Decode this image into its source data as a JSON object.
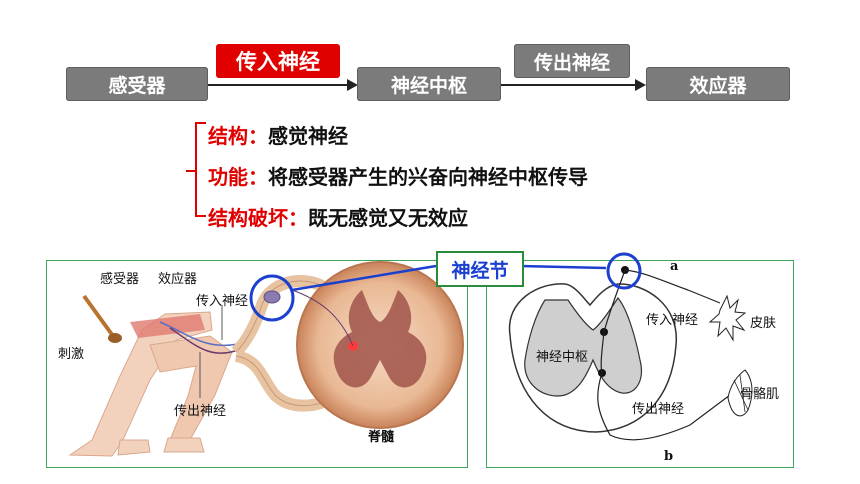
{
  "flow": {
    "receptor": "感受器",
    "afferent": "传入神经",
    "center": "神经中枢",
    "efferent": "传出神经",
    "effector": "效应器"
  },
  "bracket_rows": [
    {
      "label": "结构：",
      "text": "感觉神经"
    },
    {
      "label": "功能：",
      "text": "将感受器产生的兴奋向神经中枢传导"
    },
    {
      "label": "结构破坏：",
      "text": "既无感觉又无效应"
    }
  ],
  "ganglion_tag": "神经节",
  "left_panel": {
    "receptor": "感受器",
    "effector": "效应器",
    "afferent": "传入神经",
    "stimulus": "刺激",
    "efferent": "传出神经",
    "spinal_cord": "脊髓"
  },
  "right_panel": {
    "a": "a",
    "b": "b",
    "afferent": "传入神经",
    "skin": "皮肤",
    "center": "神经中枢",
    "efferent": "传出神经",
    "muscle": "骨骼肌"
  },
  "colors": {
    "box_gray": "#7b7b7b",
    "highlight_red": "#e00000",
    "circle_blue": "#1b3fcf",
    "panel_green": "#3aa45a"
  }
}
